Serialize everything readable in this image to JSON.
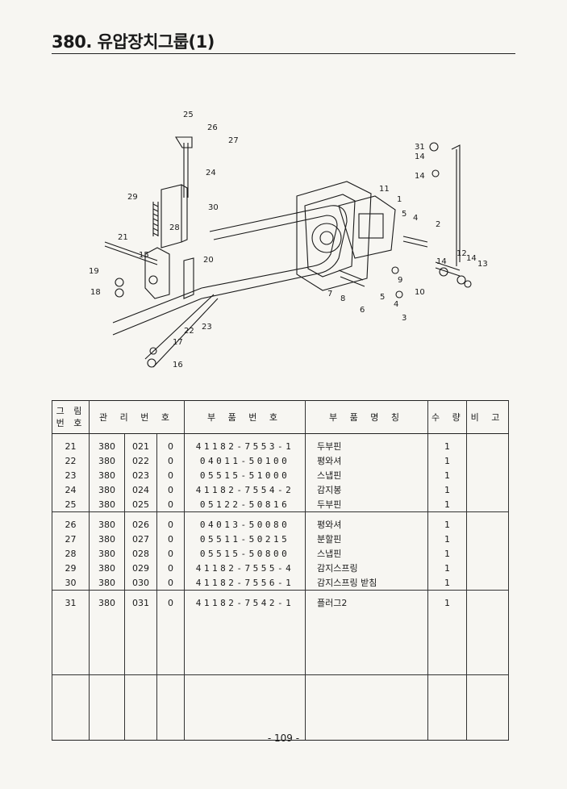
{
  "header": {
    "title": "380.  유압장치그룹(1)"
  },
  "diagram": {
    "callouts": [
      "25",
      "26",
      "27",
      "24",
      "29",
      "30",
      "28",
      "21",
      "15",
      "20",
      "19",
      "18",
      "22",
      "23",
      "17",
      "16",
      "11",
      "1",
      "5",
      "4",
      "2",
      "3",
      "6",
      "7",
      "8",
      "9",
      "10",
      "12",
      "13",
      "14",
      "31"
    ]
  },
  "table": {
    "headers": {
      "fig_no": "그 림\n번 호",
      "mgmt_no": "관 리 번 호",
      "part_no": "부 품 번 호",
      "part_name": "부 품 명 칭",
      "qty": "수 량",
      "remarks": "비 고"
    },
    "rows": [
      {
        "fig": "21",
        "a": "380",
        "b": "021",
        "c": "0",
        "part_no": "41182-7553-1",
        "name": "두부핀",
        "qty": "1"
      },
      {
        "fig": "22",
        "a": "380",
        "b": "022",
        "c": "0",
        "part_no": "04011-50100",
        "name": "평와셔",
        "qty": "1"
      },
      {
        "fig": "23",
        "a": "380",
        "b": "023",
        "c": "0",
        "part_no": "05515-51000",
        "name": "스냅핀",
        "qty": "1"
      },
      {
        "fig": "24",
        "a": "380",
        "b": "024",
        "c": "0",
        "part_no": "41182-7554-2",
        "name": "감지봉",
        "qty": "1"
      },
      {
        "fig": "25",
        "a": "380",
        "b": "025",
        "c": "0",
        "part_no": "05122-50816",
        "name": "두부핀",
        "qty": "1"
      },
      {
        "fig": "26",
        "a": "380",
        "b": "026",
        "c": "0",
        "part_no": "04013-50080",
        "name": "평와셔",
        "qty": "1"
      },
      {
        "fig": "27",
        "a": "380",
        "b": "027",
        "c": "0",
        "part_no": "05511-50215",
        "name": "분할핀",
        "qty": "1"
      },
      {
        "fig": "28",
        "a": "380",
        "b": "028",
        "c": "0",
        "part_no": "05515-50800",
        "name": "스냅핀",
        "qty": "1"
      },
      {
        "fig": "29",
        "a": "380",
        "b": "029",
        "c": "0",
        "part_no": "41182-7555-4",
        "name": "감지스프링",
        "qty": "1"
      },
      {
        "fig": "30",
        "a": "380",
        "b": "030",
        "c": "0",
        "part_no": "41182-7556-1",
        "name": "감지스프링 받침",
        "qty": "1"
      },
      {
        "fig": "31",
        "a": "380",
        "b": "031",
        "c": "0",
        "part_no": "41182-7542-1",
        "name": "플러그2",
        "qty": "1"
      }
    ]
  },
  "footer": {
    "page": "- 109 -"
  }
}
